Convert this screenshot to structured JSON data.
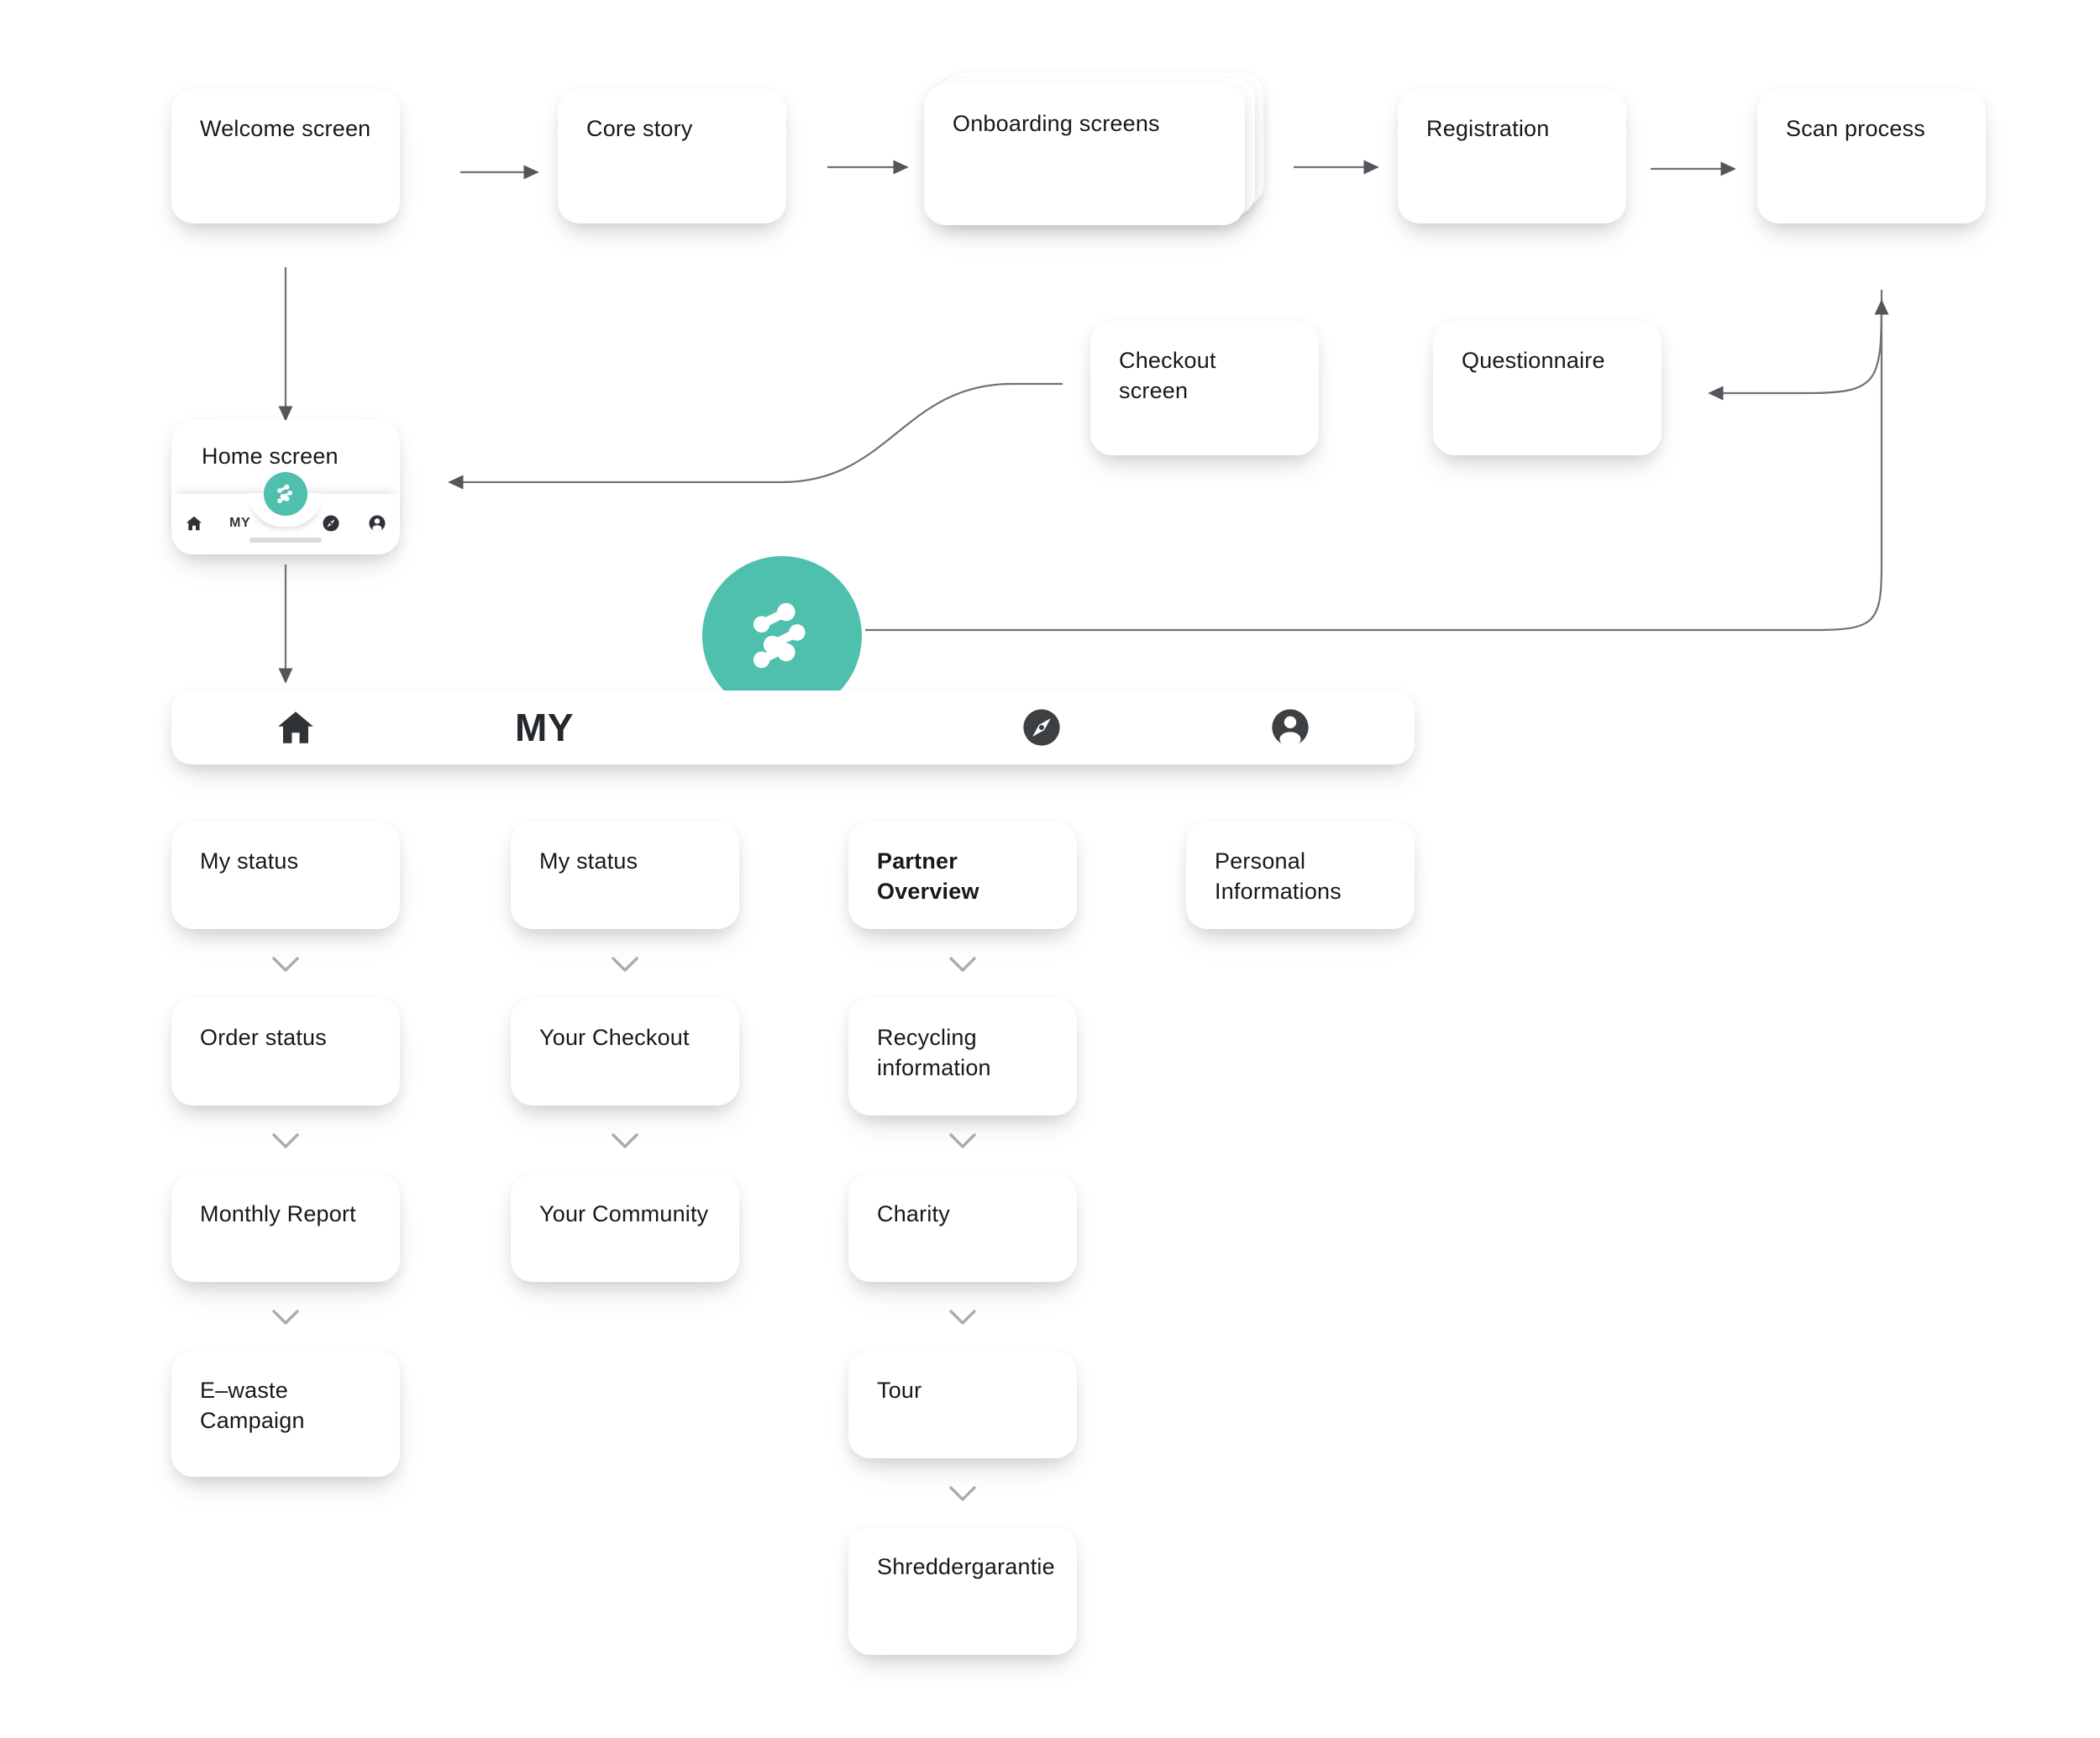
{
  "theme": {
    "accent": "#4FBFAE",
    "card_bg": "#FFFFFF",
    "text": "#16181C",
    "connector": "#6E7275",
    "chevron": "#A8ACB0",
    "icon_dark": "#3C4043",
    "page_bg": "#FFFFFF"
  },
  "flow_top": {
    "steps": [
      {
        "id": "welcome",
        "label": "Welcome screen"
      },
      {
        "id": "core-story",
        "label": "Core story"
      },
      {
        "id": "onboarding",
        "label": "Onboarding screens"
      },
      {
        "id": "registration",
        "label": "Registration"
      },
      {
        "id": "scan",
        "label": "Scan process"
      }
    ]
  },
  "flow_mid": {
    "checkout": {
      "label": "Checkout screen"
    },
    "questionnaire": {
      "label": "Questionnaire"
    }
  },
  "home_screen": {
    "title": "Home screen",
    "tabs": [
      {
        "id": "home",
        "icon": "home-icon",
        "label": ""
      },
      {
        "id": "my",
        "icon": "",
        "label": "MY"
      },
      {
        "id": "fab",
        "icon": "logo-icon",
        "label": ""
      },
      {
        "id": "explore",
        "icon": "compass-icon",
        "label": ""
      },
      {
        "id": "account",
        "icon": "person-icon",
        "label": ""
      }
    ]
  },
  "logo": {
    "name": "network-nodes-logo"
  },
  "tabbar": {
    "items": [
      {
        "id": "home",
        "icon": "home-icon",
        "label": ""
      },
      {
        "id": "my",
        "icon": "",
        "label": "MY"
      },
      {
        "id": "explore",
        "icon": "compass-icon",
        "label": ""
      },
      {
        "id": "account",
        "icon": "person-icon",
        "label": ""
      }
    ]
  },
  "columns": [
    {
      "id": "col-home",
      "cards": [
        {
          "label": "My status",
          "bold": false
        },
        {
          "label": "Order status",
          "bold": false
        },
        {
          "label": "Monthly Report",
          "bold": false
        },
        {
          "label": "E–waste\nCampaign",
          "bold": false
        }
      ]
    },
    {
      "id": "col-my",
      "cards": [
        {
          "label": "My status",
          "bold": false
        },
        {
          "label": "Your Checkout",
          "bold": false
        },
        {
          "label": "Your Community",
          "bold": false
        }
      ]
    },
    {
      "id": "col-explore",
      "cards": [
        {
          "label": "Partner Overview",
          "bold": true
        },
        {
          "label": "Recycling\ninformation",
          "bold": false
        },
        {
          "label": "Charity",
          "bold": false
        },
        {
          "label": "Tour",
          "bold": false
        },
        {
          "label": "Shreddergarantie",
          "bold": false
        }
      ]
    },
    {
      "id": "col-account",
      "cards": [
        {
          "label": "Personal\nInformations",
          "bold": false
        }
      ]
    }
  ]
}
